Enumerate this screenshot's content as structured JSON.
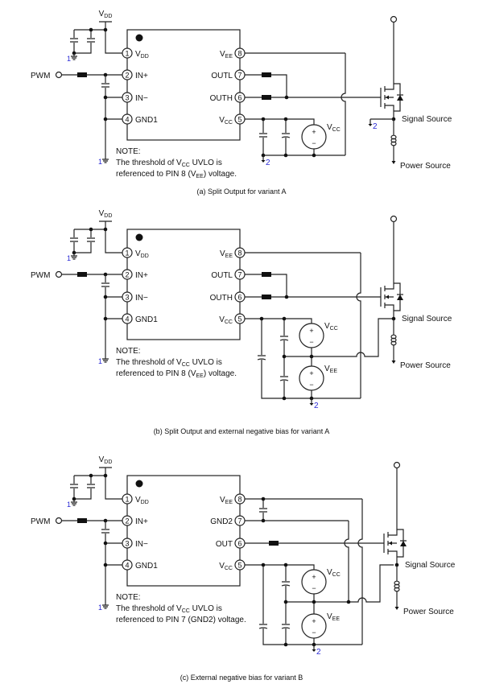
{
  "labels": {
    "vdd": {
      "t": "V",
      "sub": "DD"
    },
    "pwm": "PWM",
    "signal_source": "Signal Source",
    "power_source": "Power Source",
    "ground1": "1",
    "ground2": "2",
    "vcc": {
      "t": "V",
      "sub": "CC"
    },
    "vee": {
      "t": "V",
      "sub": "EE"
    },
    "plus": "+",
    "minus": "−"
  },
  "left_pins": [
    {
      "num": "1",
      "label": {
        "t": "V",
        "sub": "DD"
      }
    },
    {
      "num": "2",
      "label": {
        "t": "IN+"
      }
    },
    {
      "num": "3",
      "label": {
        "t": "IN−"
      }
    },
    {
      "num": "4",
      "label": {
        "t": "GND1"
      }
    }
  ],
  "panels": [
    {
      "caption": "(a) Split Output for variant A",
      "right_pins": [
        {
          "num": "8",
          "label": {
            "t": "V",
            "sub": "EE"
          }
        },
        {
          "num": "7",
          "label": {
            "t": "OUTL"
          }
        },
        {
          "num": "6",
          "label": {
            "t": "OUTH"
          }
        },
        {
          "num": "5",
          "label": {
            "t": "V",
            "sub": "CC"
          }
        }
      ],
      "note": [
        [
          {
            "t": "NOTE:"
          }
        ],
        [
          {
            "t": "The threshold of V"
          },
          {
            "sub": "CC"
          },
          {
            "t": " UVLO is"
          }
        ],
        [
          {
            "t": "referenced to PIN 8 (V"
          },
          {
            "sub": "EE"
          },
          {
            "t": ") voltage."
          }
        ]
      ]
    },
    {
      "caption": "(b) Split Output and external negative bias for variant A",
      "right_pins": [
        {
          "num": "8",
          "label": {
            "t": "V",
            "sub": "EE"
          }
        },
        {
          "num": "7",
          "label": {
            "t": "OUTL"
          }
        },
        {
          "num": "6",
          "label": {
            "t": "OUTH"
          }
        },
        {
          "num": "5",
          "label": {
            "t": "V",
            "sub": "CC"
          }
        }
      ],
      "note": [
        [
          {
            "t": "NOTE:"
          }
        ],
        [
          {
            "t": "The threshold of V"
          },
          {
            "sub": "CC"
          },
          {
            "t": " UVLO is"
          }
        ],
        [
          {
            "t": "referenced to PIN 8 (V"
          },
          {
            "sub": "EE"
          },
          {
            "t": ") voltage."
          }
        ]
      ]
    },
    {
      "caption": "(c) External negative bias for variant B",
      "right_pins": [
        {
          "num": "8",
          "label": {
            "t": "V",
            "sub": "EE"
          }
        },
        {
          "num": "7",
          "label": {
            "t": "GND2"
          }
        },
        {
          "num": "6",
          "label": {
            "t": "OUT"
          }
        },
        {
          "num": "5",
          "label": {
            "t": "V",
            "sub": "CC"
          }
        }
      ],
      "note": [
        [
          {
            "t": "NOTE:"
          }
        ],
        [
          {
            "t": "The threshold of V"
          },
          {
            "sub": "CC"
          },
          {
            "t": " UVLO is"
          }
        ],
        [
          {
            "t": "referenced to PIN 7 (GND2) voltage."
          }
        ]
      ]
    }
  ],
  "colors": {
    "wire": "#222222",
    "ground_label": "#2b2bd6",
    "background": "#ffffff"
  }
}
